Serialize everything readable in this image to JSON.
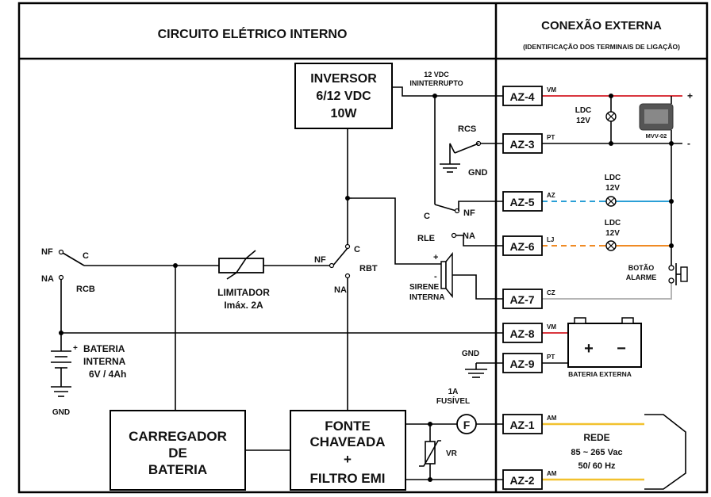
{
  "headers": {
    "internal_title": "CIRCUITO ELÉTRICO INTERNO",
    "external_title": "CONEXÃO EXTERNA",
    "external_subtitle": "(IDENTIFICAÇÃO DOS TERMINAIS DE LIGAÇÃO)"
  },
  "inverter": {
    "line1": "INVERSOR",
    "line2": "6/12 VDC",
    "line3": "10W"
  },
  "supply_label": {
    "line1": "12 VDC",
    "line2": "ININTERRUPTO"
  },
  "rcs": {
    "label": "RCS",
    "gnd": "GND"
  },
  "rle": {
    "label": "RLE",
    "c": "C",
    "nf": "NF",
    "na": "NA"
  },
  "rcb": {
    "label": "RCB",
    "nf": "NF",
    "c": "C",
    "na": "NA"
  },
  "rbt": {
    "label": "RBT",
    "nf": "NF",
    "c": "C",
    "na": "NA"
  },
  "limiter": {
    "line1": "LIMITADOR",
    "line2": "Imáx. 2A"
  },
  "siren": {
    "line1": "SIRENE",
    "line2": "INTERNA",
    "plus": "+",
    "minus": "-"
  },
  "battery_internal": {
    "line1": "BATERIA",
    "line2": "INTERNA",
    "line3": "6V / 4Ah",
    "plus": "+",
    "gnd": "GND"
  },
  "charger": {
    "line1": "CARREGADOR",
    "line2": "DE",
    "line3": "BATERIA"
  },
  "psu": {
    "line1": "FONTE",
    "line2": "CHAVEADA",
    "line3": "+",
    "line4": "FILTRO EMI"
  },
  "fuse": {
    "line1": "1A",
    "line2": "FUSÍVEL",
    "symbol": "F"
  },
  "varistor": {
    "label": "VR"
  },
  "gnd_mid": "GND",
  "terminals": [
    {
      "id": "AZ-4",
      "wire": "VM",
      "color": "#d9363e"
    },
    {
      "id": "AZ-3",
      "wire": "PT",
      "color": "#000000"
    },
    {
      "id": "AZ-5",
      "wire": "AZ",
      "color": "#2a9fd6"
    },
    {
      "id": "AZ-6",
      "wire": "LJ",
      "color": "#f08a24"
    },
    {
      "id": "AZ-7",
      "wire": "CZ",
      "color": "#b5b5b5"
    },
    {
      "id": "AZ-8",
      "wire": "VM",
      "color": "#d9363e"
    },
    {
      "id": "AZ-9",
      "wire": "PT",
      "color": "#000000"
    },
    {
      "id": "AZ-1",
      "wire": "AM",
      "color": "#f2c12e"
    },
    {
      "id": "AZ-2",
      "wire": "AM",
      "color": "#f2c12e"
    }
  ],
  "lamp_top": {
    "line1": "LDC",
    "line2": "12V"
  },
  "lamp_az5": {
    "line1": "LDC",
    "line2": "12V"
  },
  "lamp_az6": {
    "line1": "LDC",
    "line2": "12V"
  },
  "module": {
    "label": "MVV-02",
    "plus": "+",
    "minus": "-"
  },
  "alarm_button": {
    "line1": "BOTÃO",
    "line2": "ALARME"
  },
  "battery_external": {
    "label": "BATERIA EXTERNA",
    "plus": "+",
    "minus": "−"
  },
  "mains": {
    "line1": "REDE",
    "line2": "85 ~ 265 Vac",
    "line3": "50/ 60 Hz"
  }
}
